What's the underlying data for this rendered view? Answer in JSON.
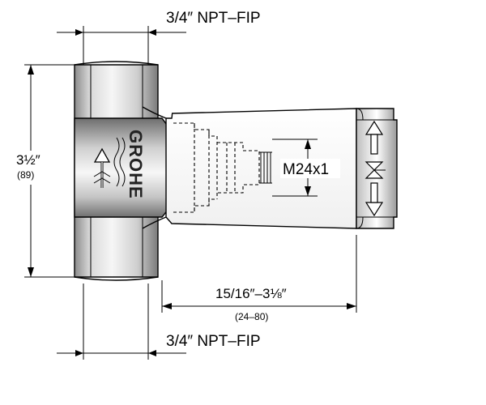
{
  "dimensions": {
    "top_connection": "3/4″ NPT–FIP",
    "bottom_connection": "3/4″ NPT–FIP",
    "height_in": "3½″",
    "height_mm": "(89)",
    "thread": "M24x1",
    "depth_in": "15/16″–3⅛″",
    "depth_mm": "(24–80)"
  },
  "brand": {
    "logo_text": "GROHE"
  },
  "colors": {
    "line": "#000000",
    "body_gradient_dark": "#7a7a7a",
    "body_gradient_light": "#f4f4f4"
  }
}
